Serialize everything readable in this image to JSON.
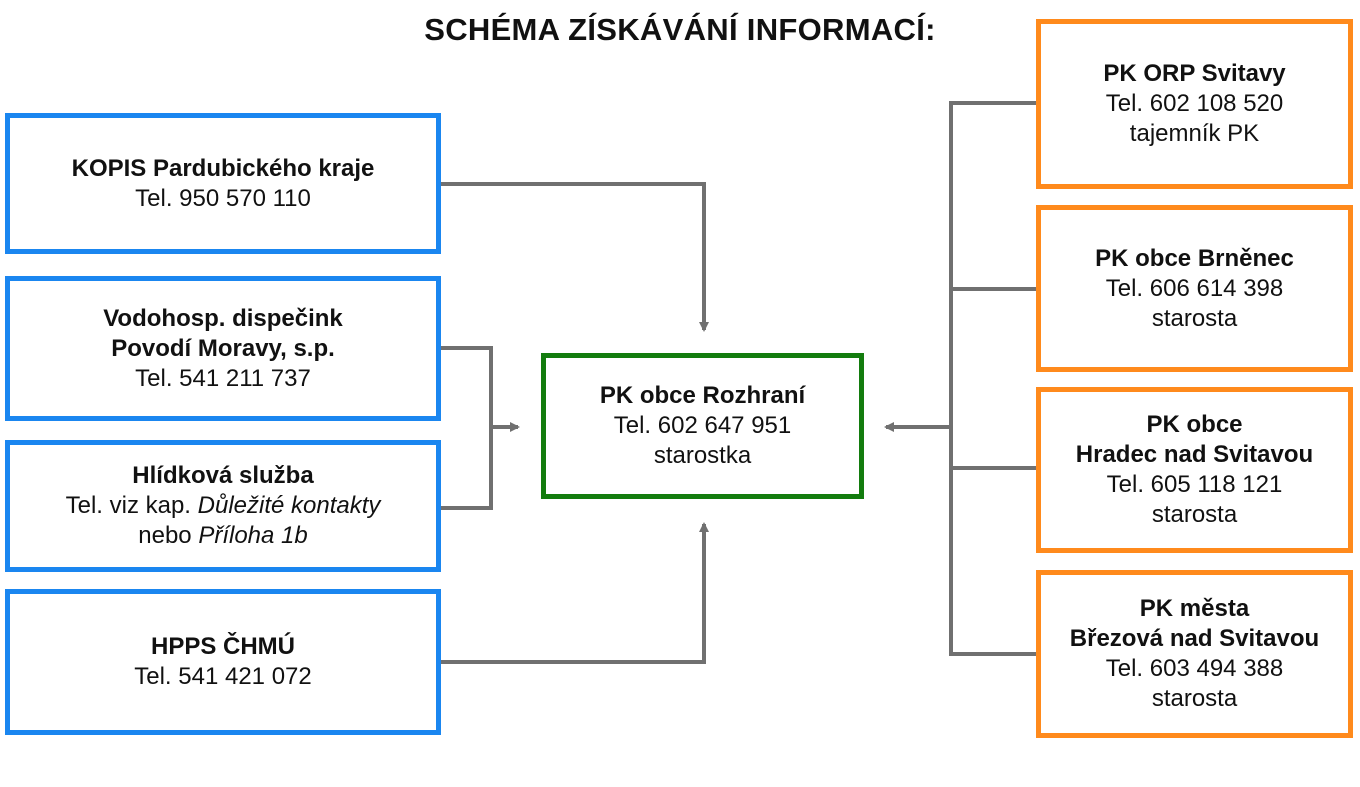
{
  "title": "SCHÉMA ZÍSKÁVÁNÍ INFORMACÍ:",
  "colors": {
    "blue": "#1a86f0",
    "orange": "#ff8a1c",
    "green": "#137c0e",
    "connector": "#707070"
  },
  "center": {
    "name": "PK obce Rozhraní",
    "phone": "Tel. 602 647 951",
    "role": "starostka"
  },
  "left": {
    "kopis": {
      "name": "KOPIS Pardubického kraje",
      "phone": "Tel. 950 570 110"
    },
    "vodohosp": {
      "name_line1": "Vodohosp. dispečink",
      "name_line2": "Povodí Moravy, s.p.",
      "phone": "Tel. 541 211 737"
    },
    "hlidkova": {
      "name": "Hlídková služba",
      "line2_prefix": "Tel. viz kap. ",
      "line2_italic": "Důležité kontakty",
      "line3_prefix": "nebo ",
      "line3_italic": "Příloha 1b"
    },
    "hpps": {
      "name": "HPPS ČHMÚ",
      "phone": "Tel. 541 421 072"
    }
  },
  "right": {
    "svitavy": {
      "name": "PK ORP Svitavy",
      "phone": "Tel. 602 108 520",
      "role": "tajemník PK"
    },
    "brnenec": {
      "name": "PK obce Brněnec",
      "phone": "Tel. 606 614 398",
      "role": "starosta"
    },
    "hradec": {
      "name_line1": "PK obce",
      "name_line2": "Hradec nad Svitavou",
      "phone": "Tel. 605 118 121",
      "role": "starosta"
    },
    "brezova": {
      "name_line1": "PK města",
      "name_line2": "Březová nad Svitavou",
      "phone": "Tel. 603 494 388",
      "role": "starosta"
    }
  }
}
